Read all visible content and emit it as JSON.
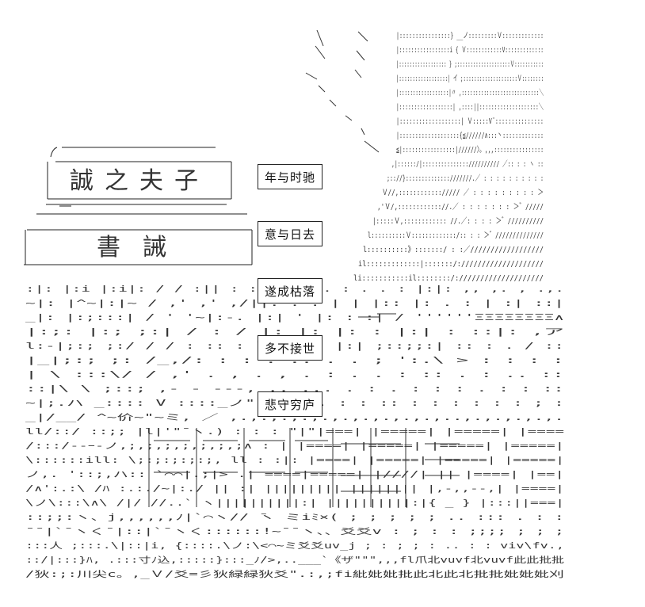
{
  "captions": [
    "年与时驰",
    "意与日去",
    "遂成枯落",
    "多不接世",
    "悲守穷庐"
  ],
  "art": {
    "ink_color": "#333333",
    "calligraphy_top": "誠之夫子",
    "calligraphy_bottom": "書誡",
    "scene_rows": [
      ":|: |:i |:i|:   /  / :|| : : .   |:|  .   :   .  . : |:|:   ,, ,. , .,.",
      "~|: |^~|:|~ /  ,'  ,' ,/||: : : |  | |::   |:   .  : | :| ::|",
      " _|: |:;:::|  /  '  '~|:-. |:|     '  |:    :   :|    /  ''''''ΞΞΞΞΞΞΞΞ∧",
      "|:;: |:; ;:| /  : /  |: |:   |:  :   |:|  : ::|:  ,ア",
      "l:-|;:; ;:/ /  / : ::  :  ` \"|: .  |:|  ;::;;:|    ::    :  .  /  ::",
      " |_|;:; ;: /_,/: : : :     :: .     .  ;  ':.\\ >   :  : :  :",
      " |  \\ :::\\/ /  ,'  .  , .  , .  : . .    : ::  .  :  ..  ::",
      "::|\\  \\ ;::;  ,- - ---,    ..   ...    .  : . : : : . : : ::",
      "~|;.ハ _:::: V ::::_ノ\",: ,. . :   :   ::  : :  : : : : ; :",
      " _|/__/ ^~价~\"~ミ,   ／  ,.,.,.,.,.,.,.,.,.,.,..,.,.,.,.,.",
      "ll/::/ ::;; |l|'\"¯ヽ.) :  : :  \"|\"|===|  |=====|  |=====|  |====",
      "/:::/--ｰ-ノ,;,;,;,;,;,;,;∧ :  |  |====|  |=====|  |=====|  |=====|",
      "\\::::::ill: \\;:;:;:;:;,  ll :  :|:  |====|  |=====|  |=====|  |=====|",
      "ノ,. '::;,ハ::  `⌒⌒|.;|> .| ====|=====| |////| ||  |====| |==|",
      "/∧':.:\\ /ﾊ :.:./~|:./ ||  :| ||||||||| |||||||| |,-,,--,| |====|",
      "\\ノ\\:::\\∧\\  /|/ //..` ヽ||||||||||:| ||||||||||:|{ _ } |:::||===|",
      "::;;:ヽ、j,,,,,,ﾉ|`⌒ヽ// ̄ヽ ミiﾐ×( ; ; ;  ; ;  ..  ::: .  :  :",
      "¯¯|`¯ヽく¯|::|`¯ヽく::::::!~¯¯ヽ、、爻爻v : ; : : ;;;; ; ; ;",
      ":::人 ;:::.\\|::|i, {::::.\\ノ:\\<⌒~ミ爻爻uv_j ; : ; ; :  ..  :  : viv\\fv.,",
      "::/|:::}ﾊ,  .:::寸ﾉ込,:::::}:::_ﾉ/>,..___`《ザ\"\"\",,,fl爪北vuvf北vuvf此此批批",
      "/狄:;:川尖c。,_Ｖ/爻=彡狄緑緑狄爻\".:,;fi紕妣妣批此北此北批批妣妣妣刈"
    ],
    "right_rows": [
      "|::::::::::::::::}  __ノ:::::::::Ｖ:::::::::::::",
      "|:::::::::::::::::i { Ｖ::::::::::::V:::::::::::::",
      "|::::::::::::::::::  } ;::::::::::::::::::::Ｖ:::::::::::",
      "|::::::::::::::::::|  イ ;::::::::::::::::::::Ｖ::::::::",
      "|::::::::::::::::::|〃  ,::::::::::::::::::::::::::::＼",
      "|::::::::::::::::::|       ,::::||::::::::::::::::::::＼",
      "|:::::::::::::::::::|        Ｖ:::::V¨:::::::::::::::",
      "|:::::::::::::::::::{≦//////∧:::丶:::::::::::::",
      "≦|:::::::::::::::::|//////〉。,,,::::::::::::::::",
      ",|::::::/|:::::::::::::::////////// ／:: : : ヽ ::",
      ";:://}::::::::::::::///////.／ : : : : : : : : : :",
      " Ｖ//,::::::::::::///// ／ : : : : : : : : : ＞",
      " ,'Ｖ/,:::::::::::://.／ : : : : : : : ＞゛/////",
      "|:::::Ｖ,:::::::::::: //.／: : : :  ＞゛//////////",
      "l::::::::::Ｖ:::::::::::::/:: : : ＞゛//////////////",
      "l::::::::::》:::::::/ : :／//////////////////",
      "il:::::::::::::|:::::::/:////////////////////",
      "li:::::::::::il::::::::/:////////////////////"
    ]
  }
}
